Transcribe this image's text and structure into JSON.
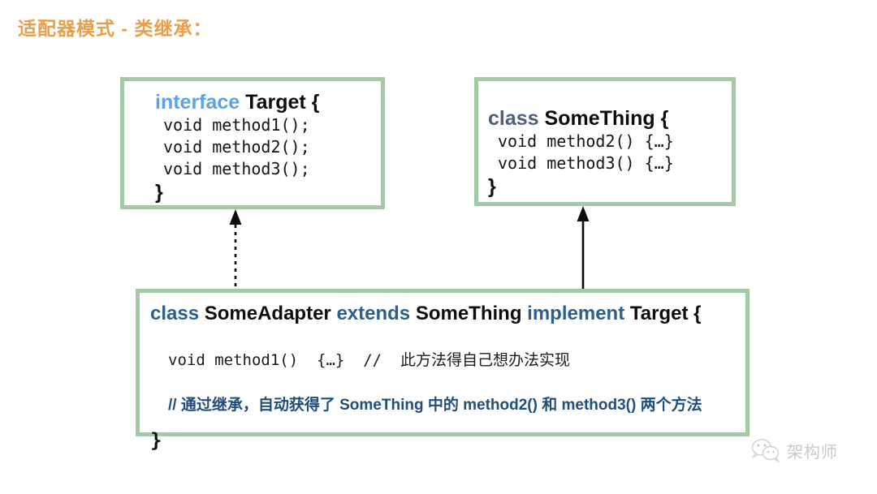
{
  "slide": {
    "title": "适配器模式 - 类继承：",
    "title_color": "#e79f4c",
    "background": "#ffffff",
    "box_border_color": "#a2cba5"
  },
  "boxes": {
    "target": {
      "name": "Target interface",
      "keyword": "interface",
      "identifier": "Target {",
      "keyword_color": "#5ba3e8",
      "lines": [
        "void method1();",
        "void method2();",
        "void method3();"
      ],
      "close_brace": "}"
    },
    "something": {
      "name": "SomeThing class",
      "keyword": "class",
      "identifier": "SomeThing {",
      "keyword_color": "#4d5f7d",
      "lines": [
        "void method2() {…}",
        "void method3() {…}"
      ],
      "close_brace": "}"
    },
    "adapter": {
      "name": "SomeAdapter class",
      "head": {
        "kw_class": "class",
        "name_adapter": "SomeAdapter",
        "kw_extends": "extends",
        "name_something": "SomeThing",
        "kw_implement": "implement",
        "name_target": "Target {"
      },
      "keyword_color": "#2b5f8e",
      "method_line": "void method1()  {…}  //  此方法得自己想办法实现",
      "comment_line": "// 通过继承，自动获得了 SomeThing 中的 method2() 和 method3() 两个方法",
      "comment_color": "#1f4e79",
      "close_brace": "}"
    }
  },
  "arrows": [
    {
      "name": "implements-arrow",
      "style": "dotted",
      "from": "SomeAdapter",
      "to": "Target",
      "direction": "up"
    },
    {
      "name": "extends-arrow",
      "style": "solid",
      "from": "SomeAdapter",
      "to": "SomeThing",
      "direction": "up"
    }
  ],
  "watermark": {
    "icon": "wechat-icon",
    "text": "架构师",
    "color": "#c9c9c9"
  }
}
